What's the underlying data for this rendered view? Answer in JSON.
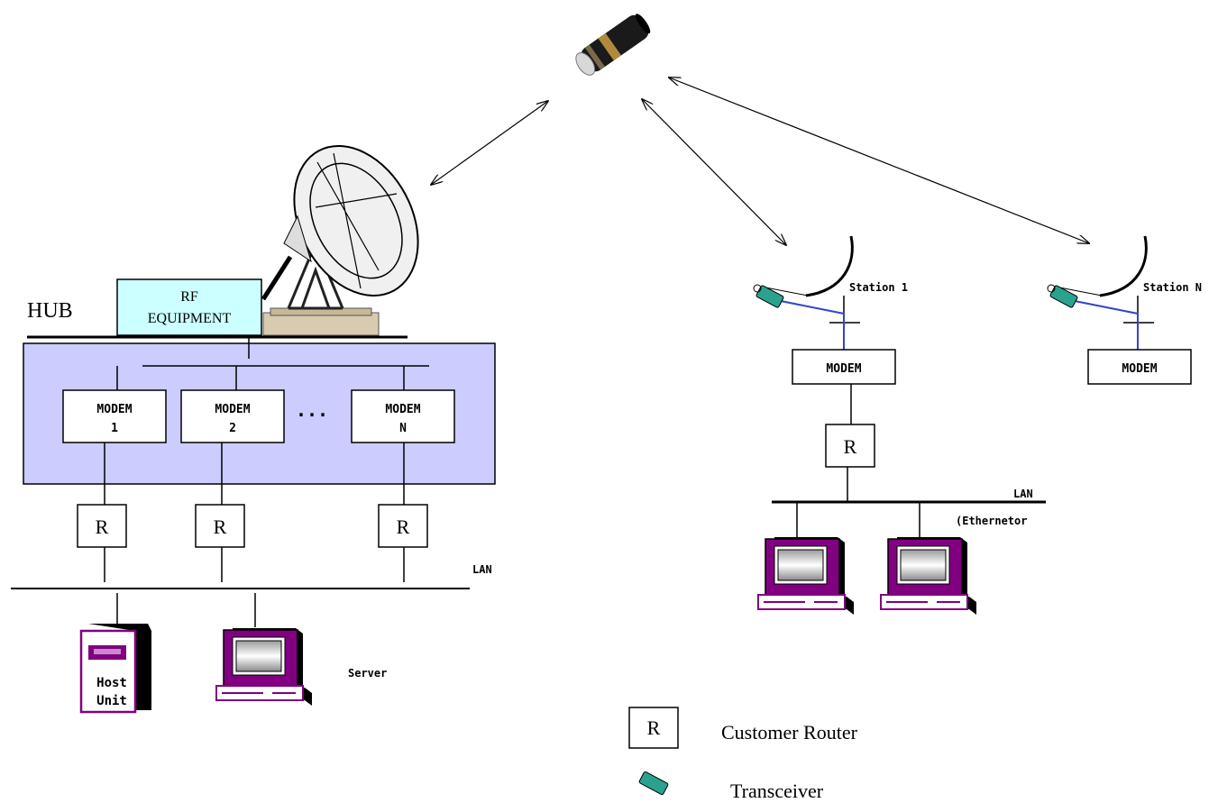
{
  "hub": {
    "label": "HUB",
    "rf_equipment": [
      "RF",
      "EQUIPMENT"
    ],
    "modems": [
      {
        "line1": "MODEM",
        "line2": "1"
      },
      {
        "line1": "MODEM",
        "line2": "2"
      },
      {
        "line1": "MODEM",
        "line2": "N"
      }
    ],
    "ellipsis": "...",
    "router_label": "R",
    "lan_label": "LAN",
    "host_unit": [
      "Host",
      "Unit"
    ],
    "server_label": "Server"
  },
  "remote": {
    "station_1": "Station 1",
    "station_n": "Station N",
    "modem_label": "MODEM",
    "router_label": "R",
    "lan_label": "LAN",
    "lan_sublabel": "(Ethernetor"
  },
  "legend": {
    "router_symbol": "R",
    "router_text": "Customer Router",
    "transceiver_text": "Transceiver"
  },
  "colors": {
    "hub_panel": "#ccccff",
    "rf_box": "#ccffff",
    "transceiver": "#2aa38e",
    "cable": "#3344cc",
    "computer": "#800080"
  }
}
